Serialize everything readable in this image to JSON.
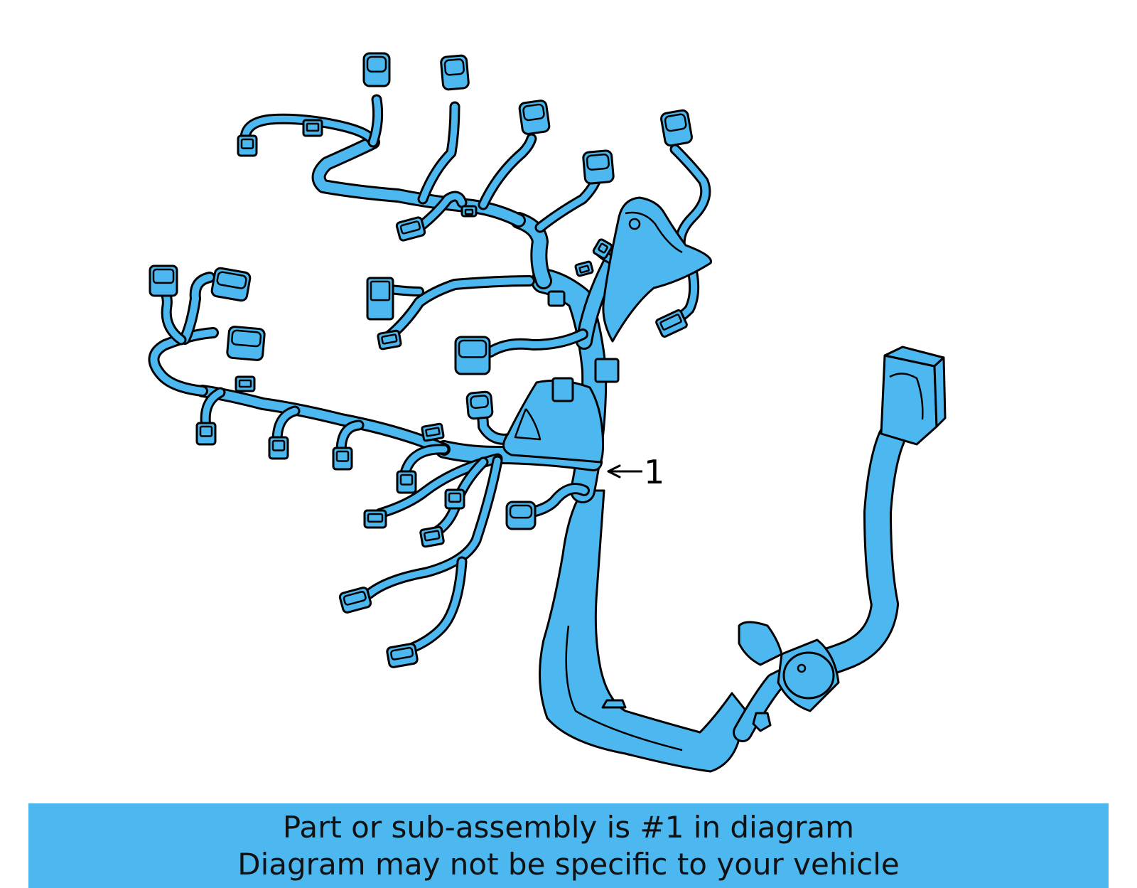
{
  "diagram": {
    "callout_label": "1"
  },
  "caption": {
    "line1": "Part or sub-assembly is #1 in diagram",
    "line2": "Diagram may not be specific to your vehicle"
  },
  "colors": {
    "part_fill": "#4db8f0",
    "outline": "#000000",
    "caption_bg": "#4db8f0",
    "caption_text": "#111111",
    "background": "#ffffff"
  }
}
